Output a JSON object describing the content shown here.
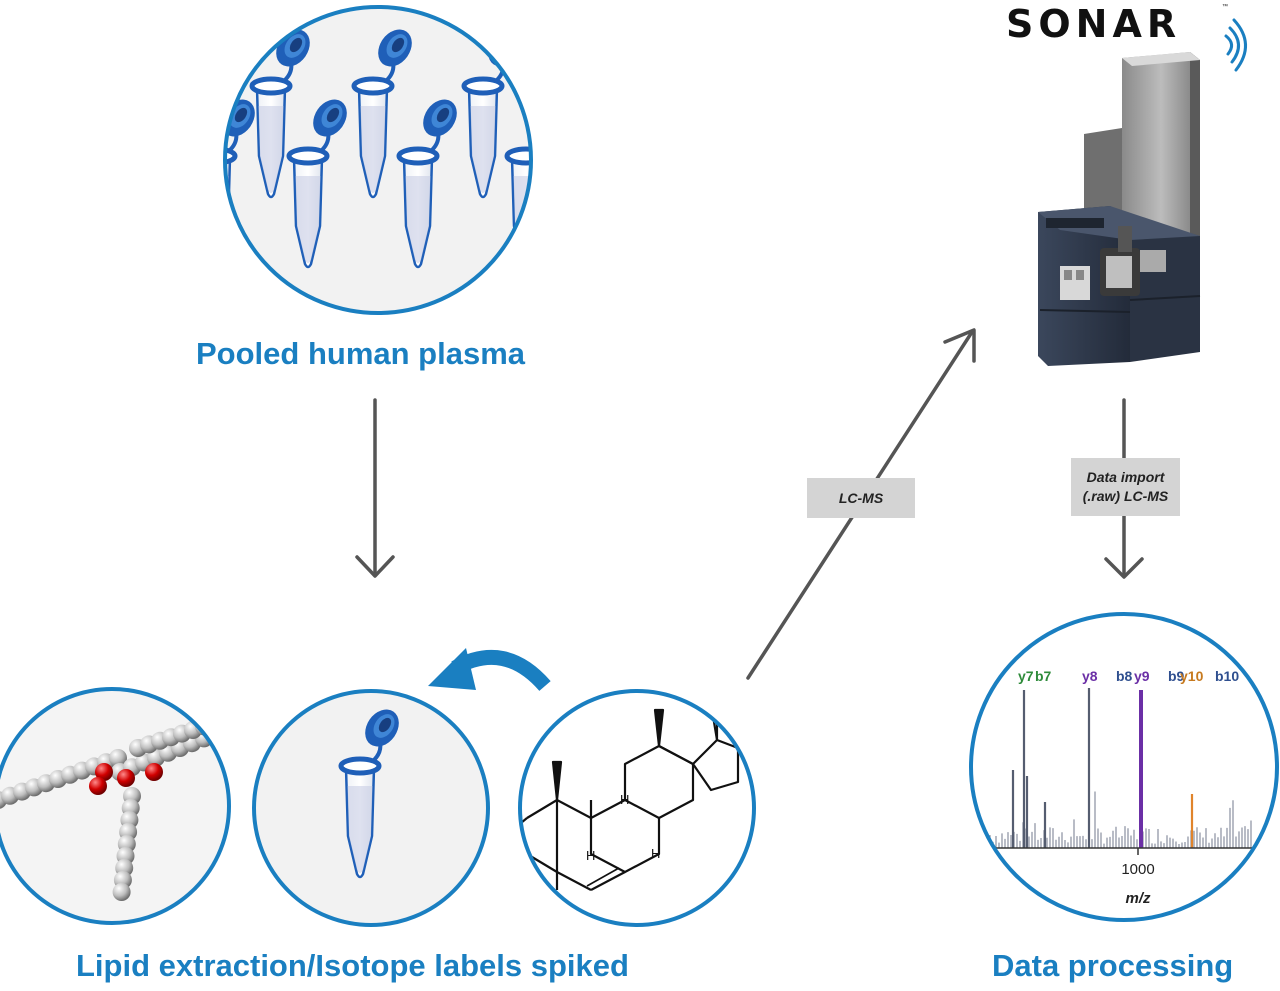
{
  "captions": {
    "plasma": "Pooled human plasma",
    "lipid": "Lipid extraction/Isotope labels spiked",
    "data": "Data processing"
  },
  "tags": {
    "lcms": "LC-MS",
    "import_line1": "Data import",
    "import_line2": "(.raw) LC-MS"
  },
  "logo": {
    "text": "SONAR",
    "trademark": "™"
  },
  "spectrum": {
    "ion_labels": [
      "y7",
      "b7",
      "y8",
      "b8",
      "y9",
      "b9",
      "y10",
      "b10"
    ],
    "tick_label": "1000",
    "axis_label": "m/z"
  },
  "molecule": {
    "atom_label": "H"
  },
  "colors": {
    "accent_blue": "#1a7fc1",
    "tube_blue": "#1f5fb8",
    "arrow_gray": "#555555",
    "tag_gray": "#d4d4d4",
    "instrument_dark": "#2f3a4e"
  }
}
